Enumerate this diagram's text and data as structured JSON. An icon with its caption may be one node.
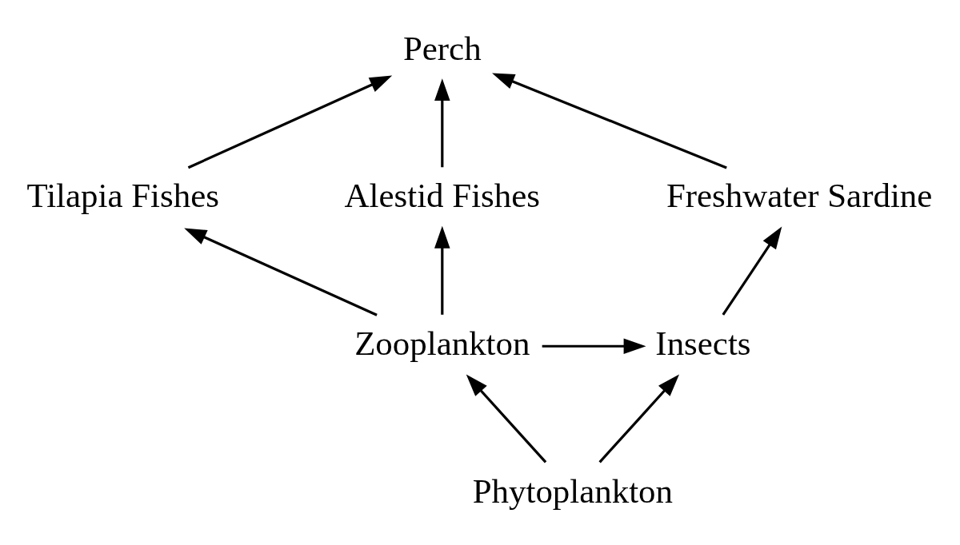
{
  "diagram": {
    "nodes": [
      {
        "text": [
          "Perch"
        ]
      },
      {
        "text": [
          "Tilapia Fishes"
        ]
      },
      {
        "text": [
          "Alestid Fishes"
        ]
      },
      {
        "text": [
          "Freshwater Sardine"
        ]
      },
      {
        "text": [
          "Zooplankton"
        ]
      },
      {
        "text": [
          "Insects"
        ]
      },
      {
        "text": [
          "Phytoplankton"
        ]
      }
    ],
    "edges": [
      {
        "from": 1,
        "to": 0,
        "arrow": "to"
      },
      {
        "from": 2,
        "to": 0,
        "arrow": "to"
      },
      {
        "from": 3,
        "to": 0,
        "arrow": "to"
      },
      {
        "from": 4,
        "to": 1,
        "arrow": "to"
      },
      {
        "from": 4,
        "to": 2,
        "arrow": "to"
      },
      {
        "from": 4,
        "to": 5,
        "arrow": "to"
      },
      {
        "from": 5,
        "to": 3,
        "arrow": "to"
      },
      {
        "from": 6,
        "to": 4,
        "arrow": "to"
      },
      {
        "from": 6,
        "to": 5,
        "arrow": "to"
      }
    ]
  }
}
